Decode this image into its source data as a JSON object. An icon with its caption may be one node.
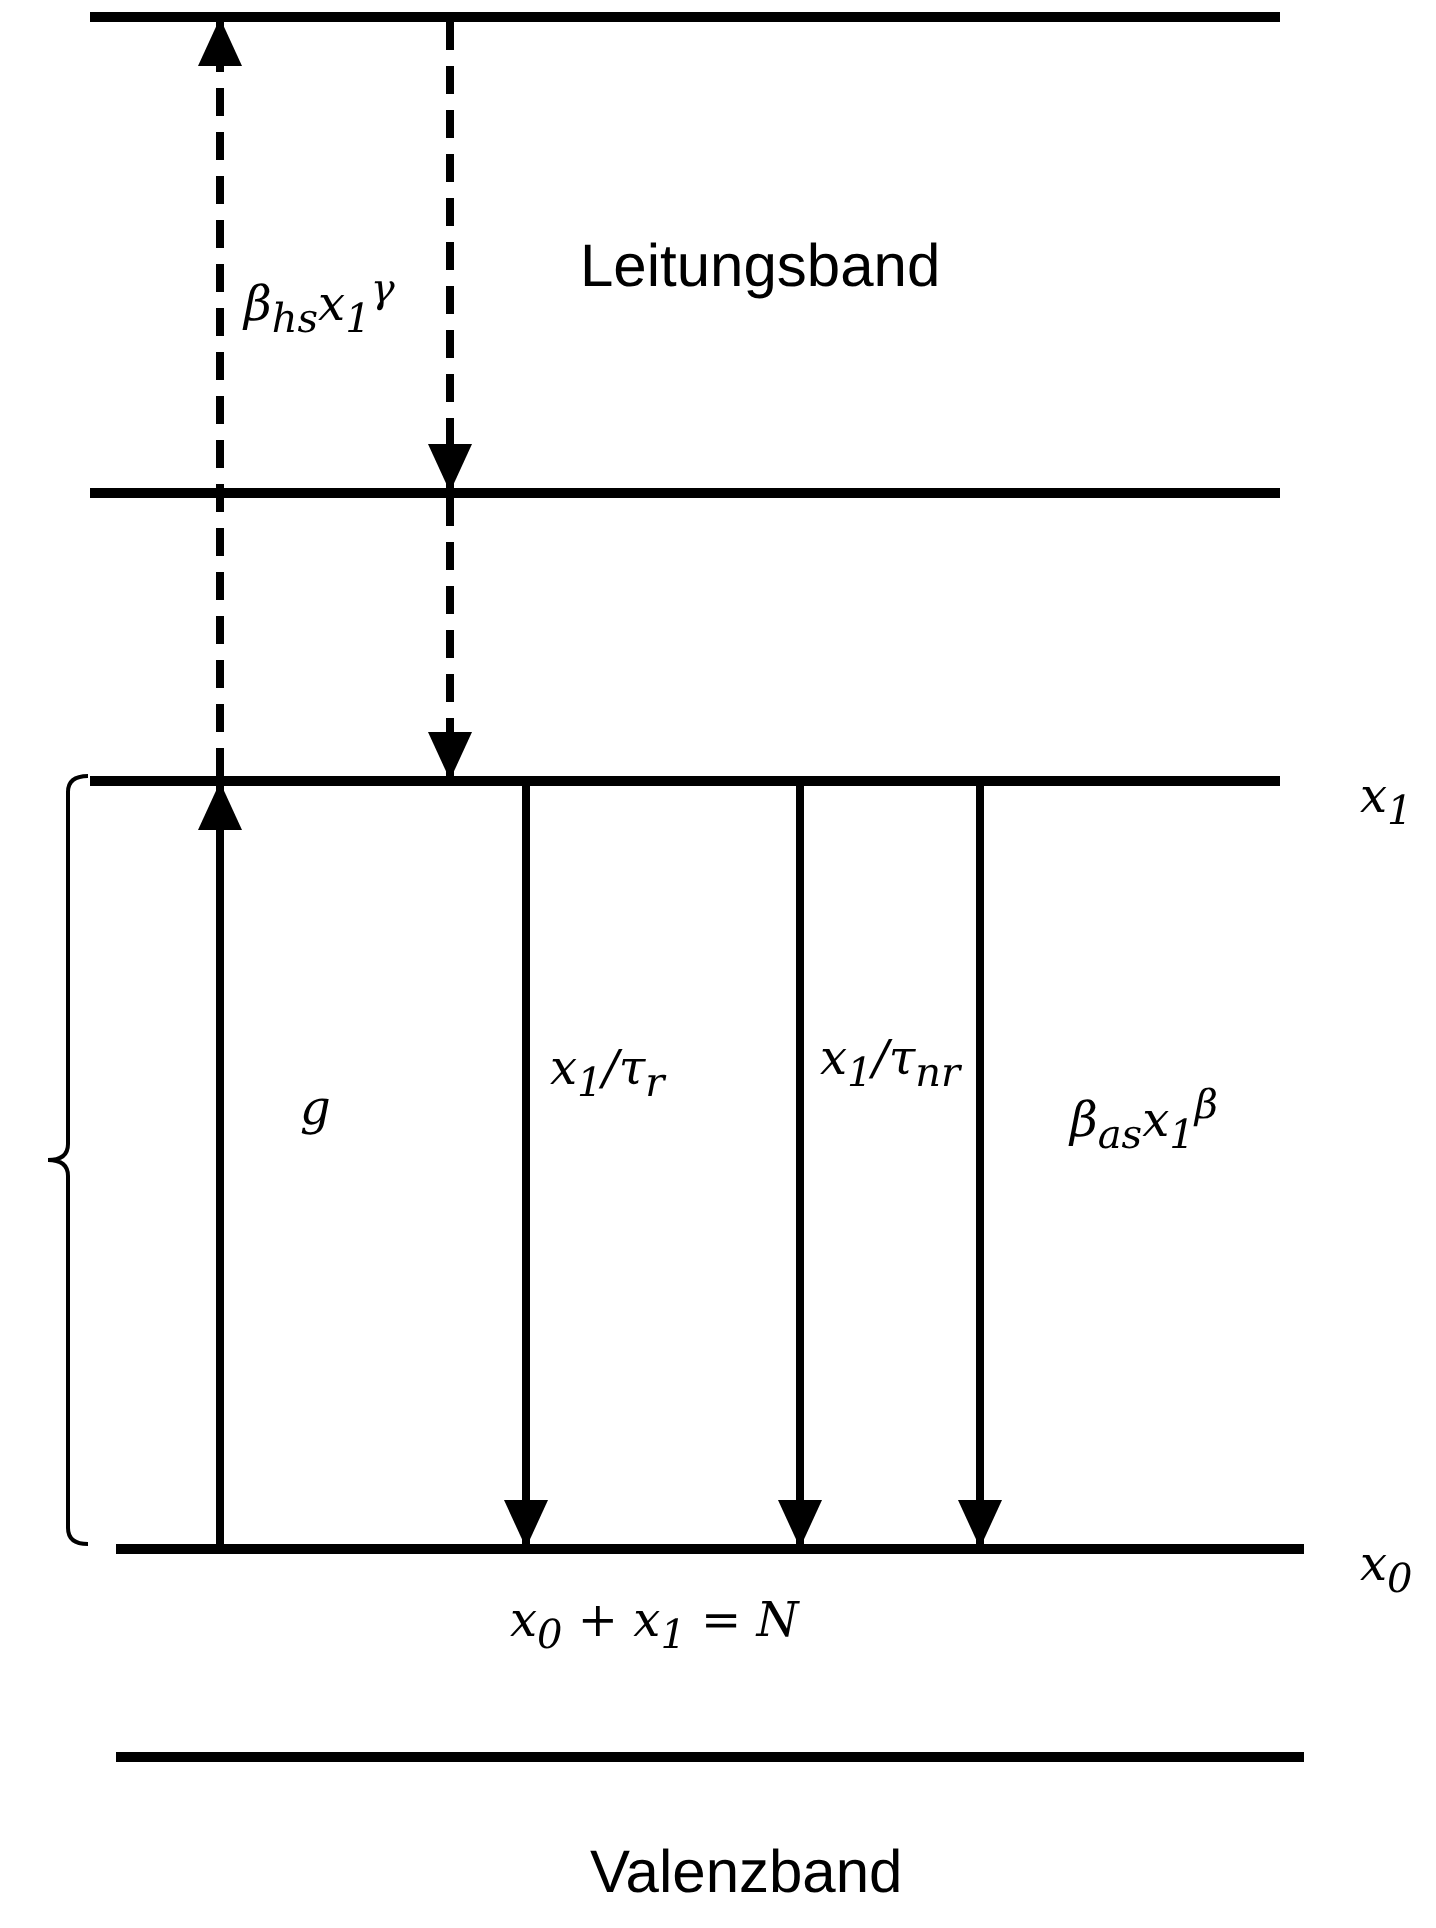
{
  "diagram": {
    "nodes": [
      {
        "text": [],
        "shape": "bar"
      },
      {
        "text": [],
        "shape": "bar"
      },
      {
        "text": [],
        "shape": "bar",
        "beside": [
          "x$_{1}$"
        ]
      },
      {
        "text": [],
        "shape": "bar",
        "beside": [
          "x$_{0}$"
        ]
      },
      {
        "text": [],
        "shape": "bar"
      }
    ],
    "edges": [
      {
        "from": 3,
        "to": 2,
        "arrow": "to",
        "label": "g"
      },
      {
        "from": 2,
        "to": 0,
        "arrow": "to",
        "style": "dashed"
      },
      {
        "from": 0,
        "to": 1,
        "arrow": "to",
        "style": "dashed",
        "label": "β$_{hs}$x$_{1}$$^{γ}$"
      },
      {
        "from": 1,
        "to": 2,
        "arrow": "to",
        "style": "dashed"
      },
      {
        "from": 2,
        "to": 3,
        "arrow": "to",
        "label": "x$_{1}$/τ$_{r}$"
      },
      {
        "from": 2,
        "to": 3,
        "arrow": "to",
        "label": "x$_{1}$/τ$_{nr}$"
      },
      {
        "from": 2,
        "to": 3,
        "arrow": "to",
        "label": "β$_{as}$x$_{1}$$^{β}$"
      }
    ],
    "labels": [
      "Leitungsband",
      "x$_{0}$ + x$_{1}$ = N",
      "Valenzband"
    ]
  }
}
